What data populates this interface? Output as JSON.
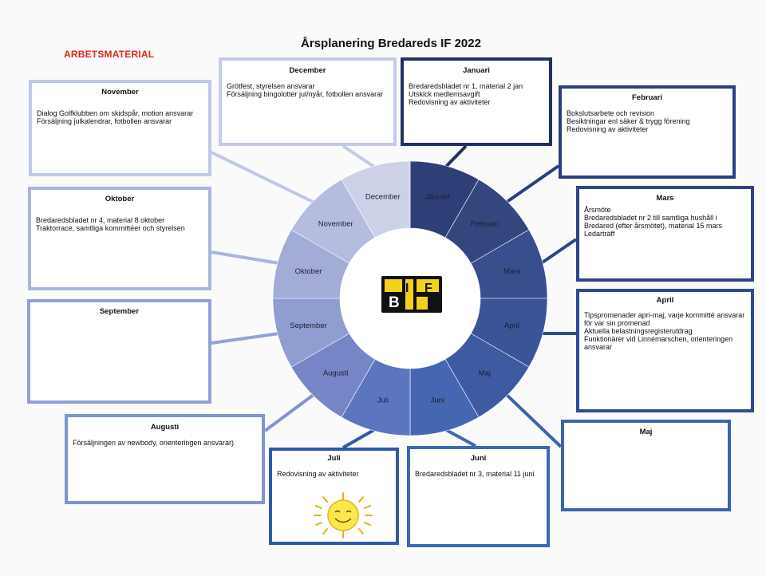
{
  "header": {
    "title": "Årsplanering Bredareds IF 2022",
    "stamp": "ARBETSMATERIAL"
  },
  "logo": {
    "letters": [
      "B",
      "I",
      "F"
    ]
  },
  "wheel": {
    "segments": [
      {
        "label": "Januari",
        "color": "#2e3f78"
      },
      {
        "label": "Februari",
        "color": "#33467e"
      },
      {
        "label": "Mars",
        "color": "#384e8d"
      },
      {
        "label": "April",
        "color": "#3a5497"
      },
      {
        "label": "Maj",
        "color": "#3e5ba2"
      },
      {
        "label": "Juni",
        "color": "#4566b0"
      },
      {
        "label": "Juli",
        "color": "#5b76bf"
      },
      {
        "label": "Augusti",
        "color": "#7585c6"
      },
      {
        "label": "September",
        "color": "#8f9dd0"
      },
      {
        "label": "Oktober",
        "color": "#a2acd7"
      },
      {
        "label": "November",
        "color": "#b5bcdf"
      },
      {
        "label": "December",
        "color": "#cdd1e8"
      }
    ]
  },
  "boxes": {
    "december": {
      "title": "December",
      "border": "#c3cbe6",
      "lines": [
        "Grötfest, styrelsen ansvarar",
        "Försäljning bingolotter jul/nyår, fotbollen ansvarar"
      ]
    },
    "januari": {
      "title": "Januari",
      "border": "#223063",
      "lines": [
        "Bredaredsbladet nr 1, material 2 jan",
        "Utskick medlemsavgift",
        "Redovisning av aktiviteter"
      ]
    },
    "november": {
      "title": "November",
      "border": "#bfc8e6",
      "lines": [
        "Dialog Golfklubben om skidspår, motion ansvarar",
        "Försäljning julkalendrar, fotbollen ansvarar"
      ]
    },
    "februari": {
      "title": "Februari",
      "border": "#2b3e80",
      "lines": [
        "Bokslutsarbete och revision",
        "Besiktningar enl säker & trygg förening",
        "Redovisning av aktiviteter"
      ]
    },
    "oktober": {
      "title": "Oktober",
      "border": "#a9b6de",
      "lines": [
        "Bredaredsbladet nr 4, material 8 oktober",
        "Traktorrace, samtliga kommittéer och styrelsen"
      ]
    },
    "mars": {
      "title": "Mars",
      "border": "#2f4486",
      "lines": [
        "Årsmöte",
        "Bredaredsbladet nr 2 till samtliga hushåll i Bredared (efter årsmötet), material 15 mars",
        "Ledarträff"
      ]
    },
    "september": {
      "title": "September",
      "border": "#92a2d6",
      "lines": []
    },
    "april": {
      "title": "April",
      "border": "#2e4a90",
      "lines": [
        "Tipspromenader apri-maj, varje kommitté ansvarar för var sin promenad",
        "Aktuella belastningsregisterutdrag",
        "Funktionärer vid Linnémarschen, orienteringen ansvarar"
      ]
    },
    "augusti": {
      "title": "Augusti",
      "border": "#7f95cf",
      "lines": [
        "Försäljningen av newbody, orienteringen ansvarar)"
      ]
    },
    "maj": {
      "title": "Maj",
      "border": "#3b64ad",
      "lines": []
    },
    "juli": {
      "title": "Juli",
      "border": "#2f5aa5",
      "lines": [
        "Redovisning av aktiviteter"
      ]
    },
    "juni": {
      "title": "Juni",
      "border": "#3d68b3",
      "lines": [
        "Bredaredsbladet nr 3, material 11 juni"
      ]
    }
  }
}
